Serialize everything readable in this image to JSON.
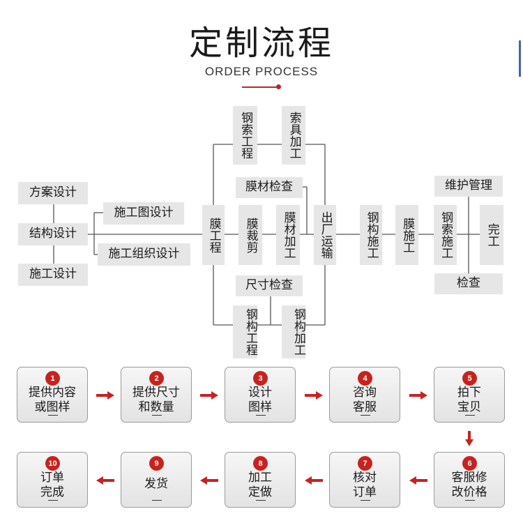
{
  "header": {
    "title": "定制流程",
    "subtitle": "ORDER PROCESS"
  },
  "colors": {
    "accent": "#c0242a",
    "box": "#e6e6e6",
    "line": "#444444"
  },
  "flowchart": {
    "left": [
      "方案设计",
      "结构设计",
      "施工设计"
    ],
    "middle": [
      "施工图设计",
      "施工组织设计"
    ],
    "membrane_engineering": "膜工程",
    "steel_cable_engineering": "钢索工程",
    "cable_processing": "索具加工",
    "membrane_inspection": "膜材检查",
    "membrane_cutting": "膜裁剪",
    "membrane_processing": "膜材加工",
    "dimension_inspection": "尺寸检查",
    "steel_structure_engineering": "钢构工程",
    "steel_structure_processing": "钢构加工",
    "shipping": "出厂运输",
    "steel_structure_construction": "钢构施工",
    "membrane_construction": "膜施工",
    "steel_cable_construction": "钢索施工",
    "maintenance": "维护管理",
    "completion": "完工",
    "check": "检查"
  },
  "steps": [
    {
      "num": "1",
      "label": "提供内容\n或图样"
    },
    {
      "num": "2",
      "label": "提供尺寸\n和数量"
    },
    {
      "num": "3",
      "label": "设计\n图样"
    },
    {
      "num": "4",
      "label": "咨询\n客服"
    },
    {
      "num": "5",
      "label": "拍下\n宝贝"
    },
    {
      "num": "6",
      "label": "客服修\n改价格"
    },
    {
      "num": "7",
      "label": "核对\n订单"
    },
    {
      "num": "8",
      "label": "加工\n定做"
    },
    {
      "num": "9",
      "label": "发货"
    },
    {
      "num": "10",
      "label": "订单\n完成"
    }
  ]
}
